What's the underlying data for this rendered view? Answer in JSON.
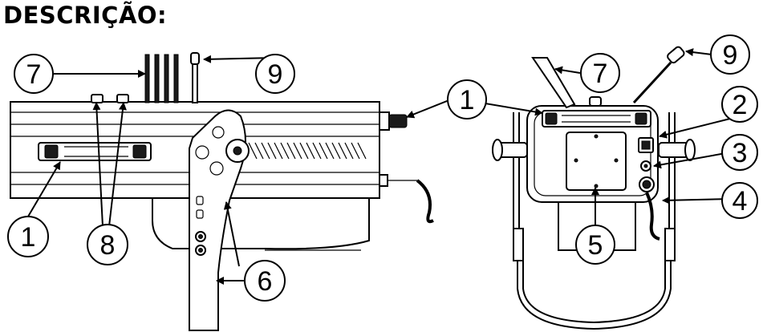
{
  "header": {
    "title": "DESCRIÇÃO:"
  },
  "callouts": [
    {
      "key": "left-1",
      "label": "1"
    },
    {
      "key": "left-7",
      "label": "7"
    },
    {
      "key": "left-8",
      "label": "8"
    },
    {
      "key": "left-9",
      "label": "9"
    },
    {
      "key": "left-6",
      "label": "6"
    },
    {
      "key": "right-1",
      "label": "1"
    },
    {
      "key": "right-2",
      "label": "2"
    },
    {
      "key": "right-3",
      "label": "3"
    },
    {
      "key": "right-4",
      "label": "4"
    },
    {
      "key": "right-5",
      "label": "5"
    },
    {
      "key": "right-7",
      "label": "7"
    },
    {
      "key": "right-9",
      "label": "9"
    }
  ]
}
